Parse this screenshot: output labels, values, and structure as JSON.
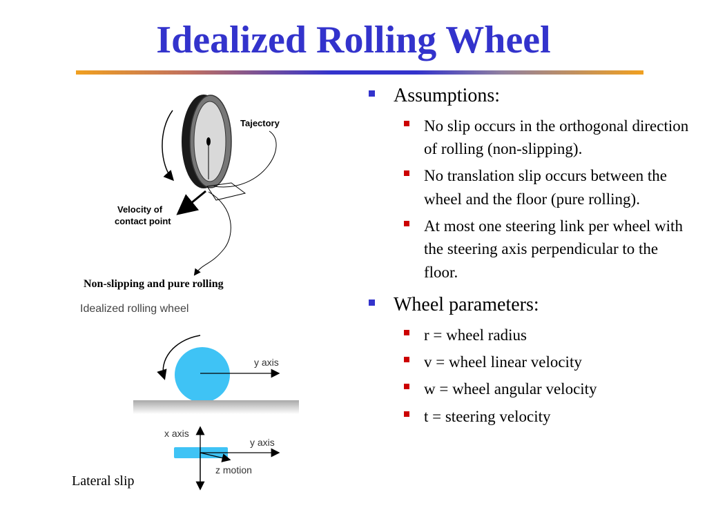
{
  "title": "Idealized Rolling Wheel",
  "figure_top": {
    "trajectory_label": "Tajectory",
    "velocity_label_line1": "Velocity of",
    "velocity_label_line2": "contact point",
    "caption_bold": "Non-slipping and pure rolling",
    "caption": "Idealized rolling wheel"
  },
  "figure_bottom": {
    "y_axis_label_top": "y axis",
    "x_axis_label": "x axis",
    "y_axis_label_bottom": "y axis",
    "z_motion_label": "z motion",
    "caption": "Lateral slip",
    "wheel_color": "#3fc3f5"
  },
  "bullets": [
    {
      "text": "Assumptions:",
      "sub": [
        "No slip occurs in the orthogonal direction of rolling (non-slipping).",
        "No translation slip occurs between the wheel and the floor (pure rolling).",
        "At most one steering link per wheel with the steering axis perpendicular to the floor."
      ]
    },
    {
      "text": "Wheel parameters:",
      "sub": [
        "r = wheel radius",
        "v = wheel linear velocity",
        "w = wheel angular velocity",
        "t = steering velocity"
      ]
    }
  ]
}
